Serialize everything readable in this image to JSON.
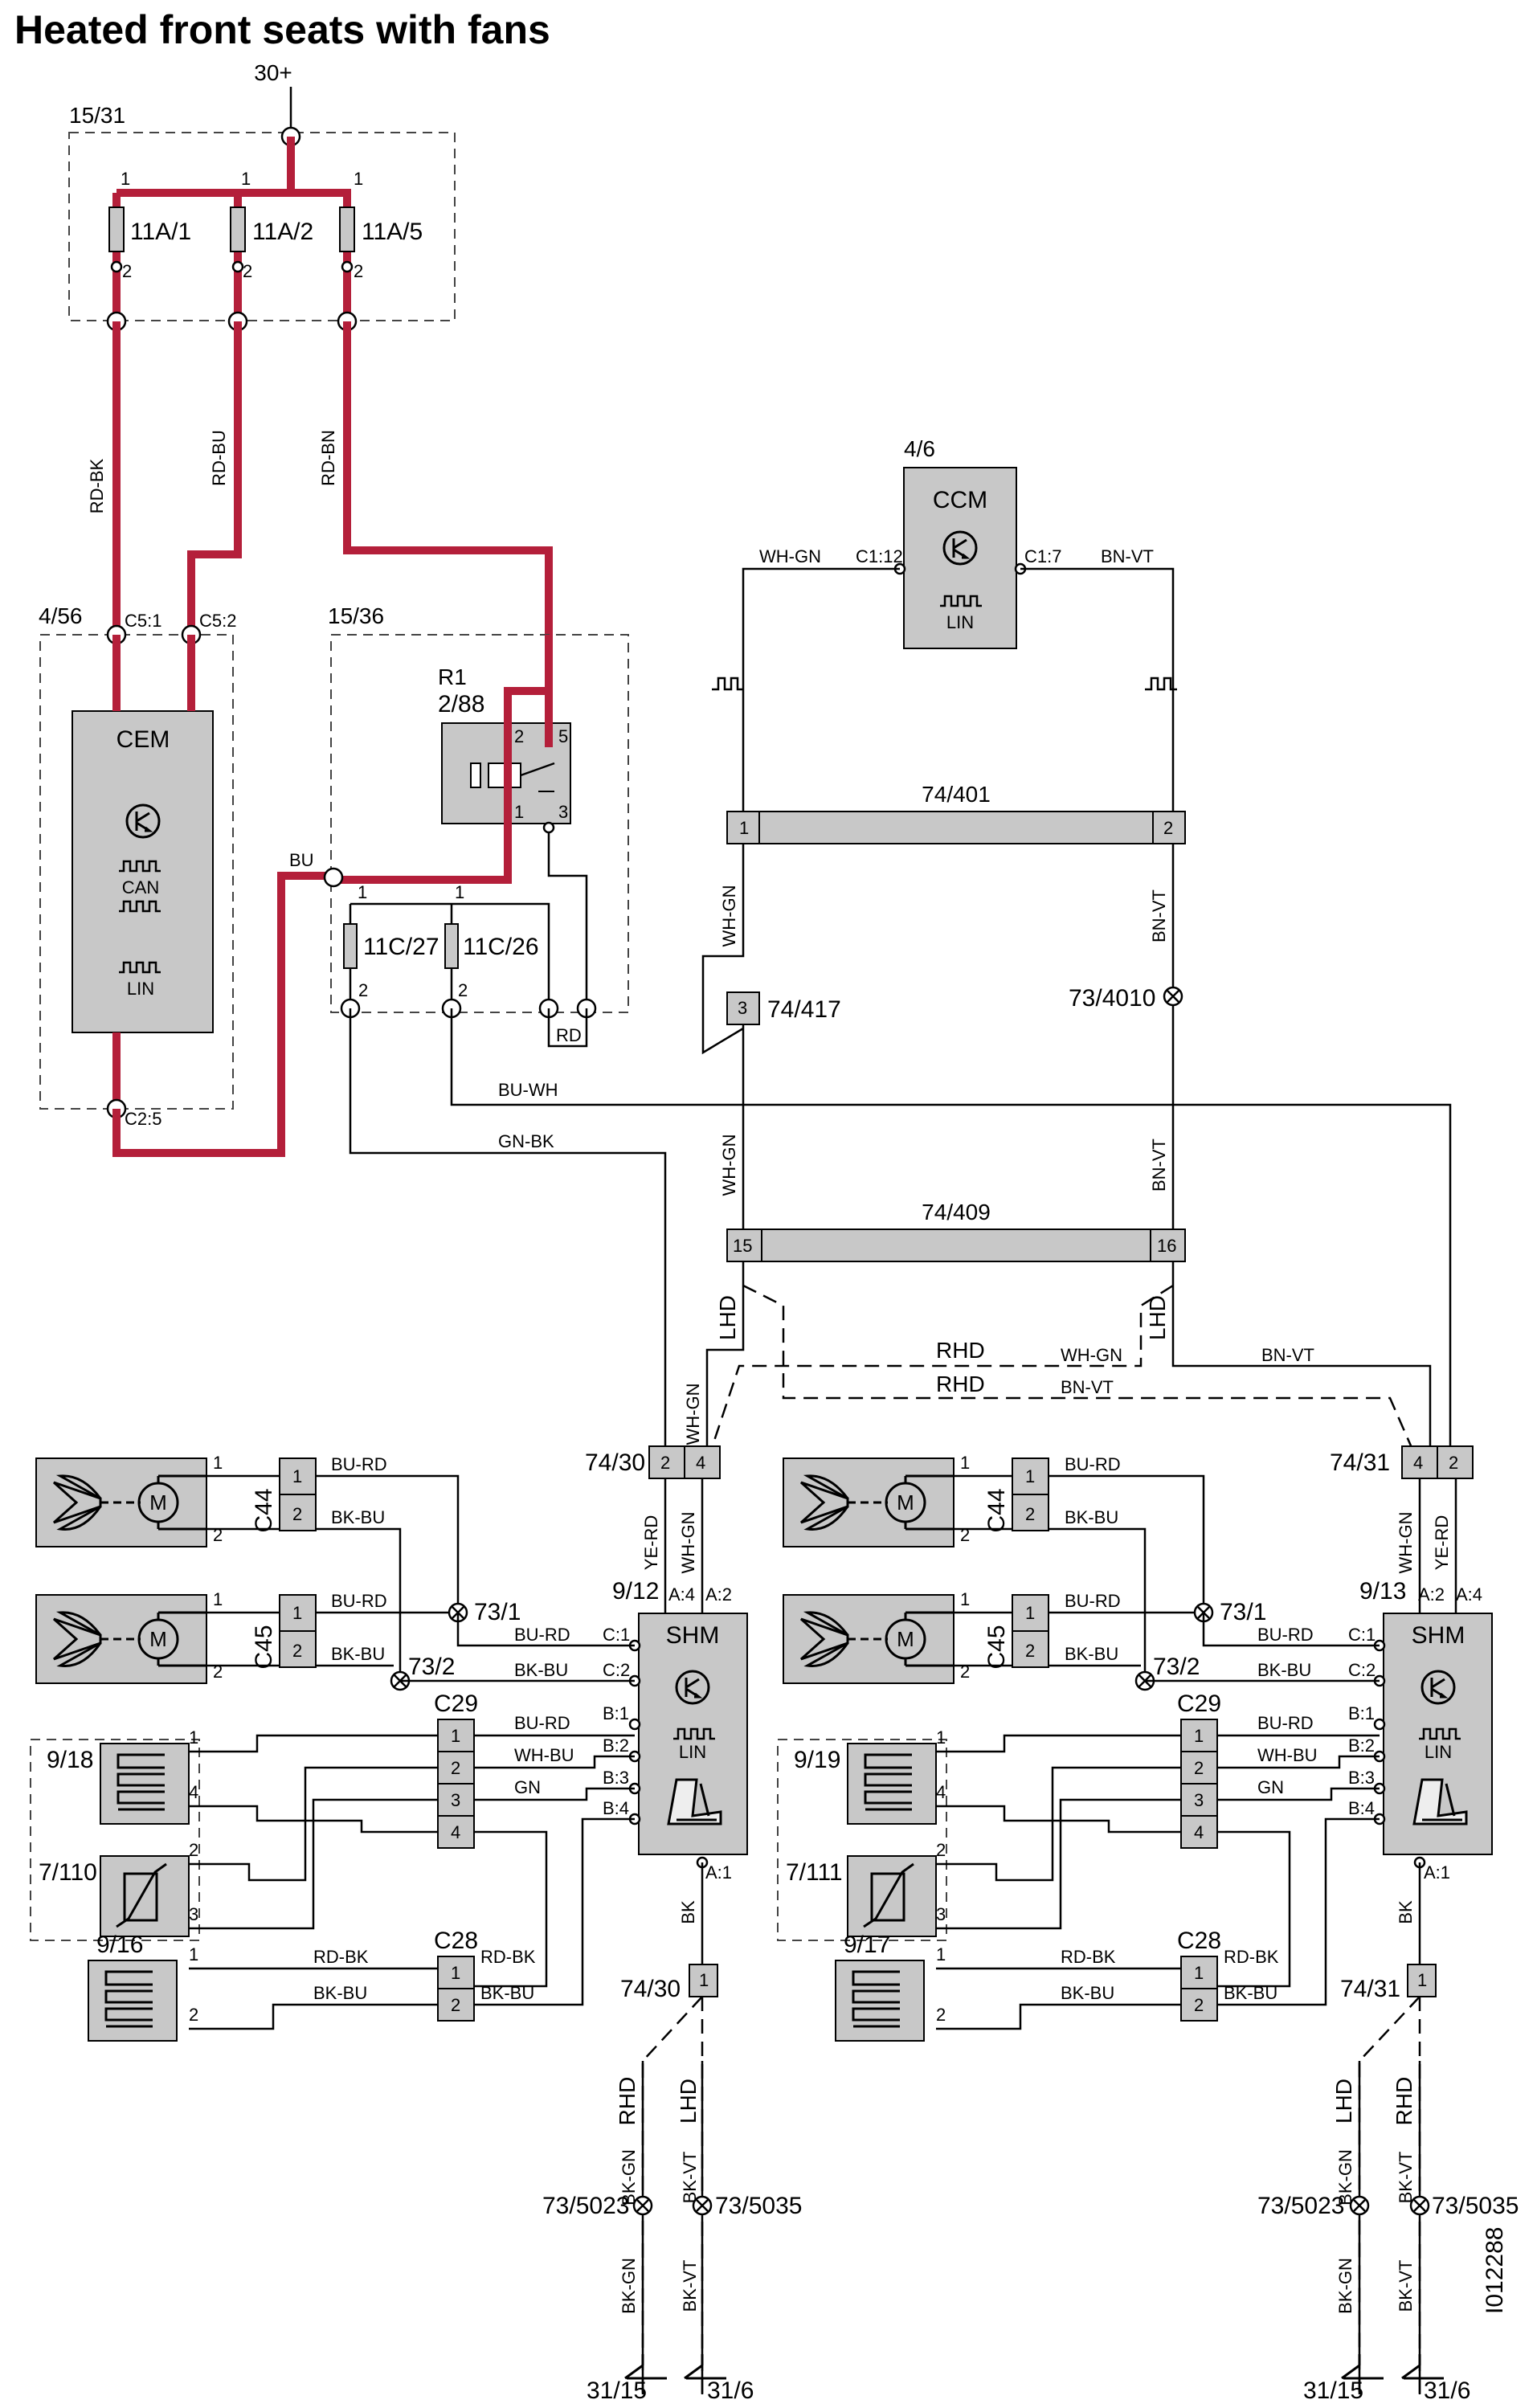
{
  "title": "Heated front seats with fans",
  "doc_id": "I012288",
  "supply": "30+",
  "boxes": {
    "fuse_box": "15/31",
    "cem_box": "4/56",
    "relay_box": "15/36"
  },
  "fuses": {
    "f1": "11A/1",
    "f2": "11A/2",
    "f3": "11A/5",
    "f4": "11C/27",
    "f5": "11C/26"
  },
  "pins": {
    "p1": "1",
    "p2": "2",
    "p3": "3",
    "p4": "4",
    "p5": "5",
    "p15": "15",
    "p16": "16"
  },
  "red_wires": {
    "w1": "RD-BK",
    "w2": "RD-BU",
    "w3": "RD-BN"
  },
  "cem": {
    "name": "CEM",
    "can": "CAN",
    "lin": "LIN",
    "c51": "C5:1",
    "c52": "C5:2",
    "c25": "C2:5"
  },
  "relay": {
    "r": "R1",
    "id": "2/88"
  },
  "ccm": {
    "id": "4/6",
    "name": "CCM",
    "lin": "LIN",
    "c112": "C1:12",
    "c17": "C1:7"
  },
  "wires": {
    "wh_gn": "WH-GN",
    "bn_vt": "BN-VT",
    "bu": "BU",
    "rd": "RD",
    "bu_wh": "BU-WH",
    "gn_bk": "GN-BK",
    "ye_rd": "YE-RD",
    "bu_rd": "BU-RD",
    "bk_bu": "BK-BU",
    "wh_bu": "WH-BU",
    "gn": "GN",
    "rd_bk": "RD-BK",
    "bk": "BK",
    "bk_gn": "BK-GN",
    "bk_vt": "BK-VT"
  },
  "connectors": {
    "c401": "74/401",
    "c409": "74/409",
    "c417": "74/417",
    "c4010": "73/4010",
    "c30": "74/30",
    "c31": "74/31"
  },
  "labels": {
    "lhd": "LHD",
    "rhd": "RHD"
  },
  "left_seat": {
    "shm_id": "9/12",
    "shm": "SHM",
    "lin": "LIN",
    "c44": "C44",
    "c45": "C45",
    "c29": "C29",
    "c28": "C28",
    "heater_back": "9/18",
    "sensor": "7/110",
    "heater_cushion": "9/16",
    "splice1": "73/1",
    "splice2": "73/2",
    "pins": {
      "a4": "A:4",
      "a2": "A:2",
      "a1": "A:1",
      "c1": "C:1",
      "c2": "C:2",
      "b1": "B:1",
      "b2": "B:2",
      "b3": "B:3",
      "b4": "B:4"
    }
  },
  "right_seat": {
    "shm_id": "9/13",
    "shm": "SHM",
    "lin": "LIN",
    "c44": "C44",
    "c45": "C45",
    "c29": "C29",
    "c28": "C28",
    "heater_back": "9/19",
    "sensor": "7/111",
    "heater_cushion": "9/17",
    "splice1": "73/1",
    "splice2": "73/2",
    "pins": {
      "a2": "A:2",
      "a4": "A:4",
      "a1": "A:1",
      "c1": "C:1",
      "c2": "C:2",
      "b1": "B:1",
      "b2": "B:2",
      "b3": "B:3",
      "b4": "B:4"
    }
  },
  "ground": {
    "s5023": "73/5023",
    "s5035": "73/5035",
    "g15": "31/15",
    "g6": "31/6"
  }
}
